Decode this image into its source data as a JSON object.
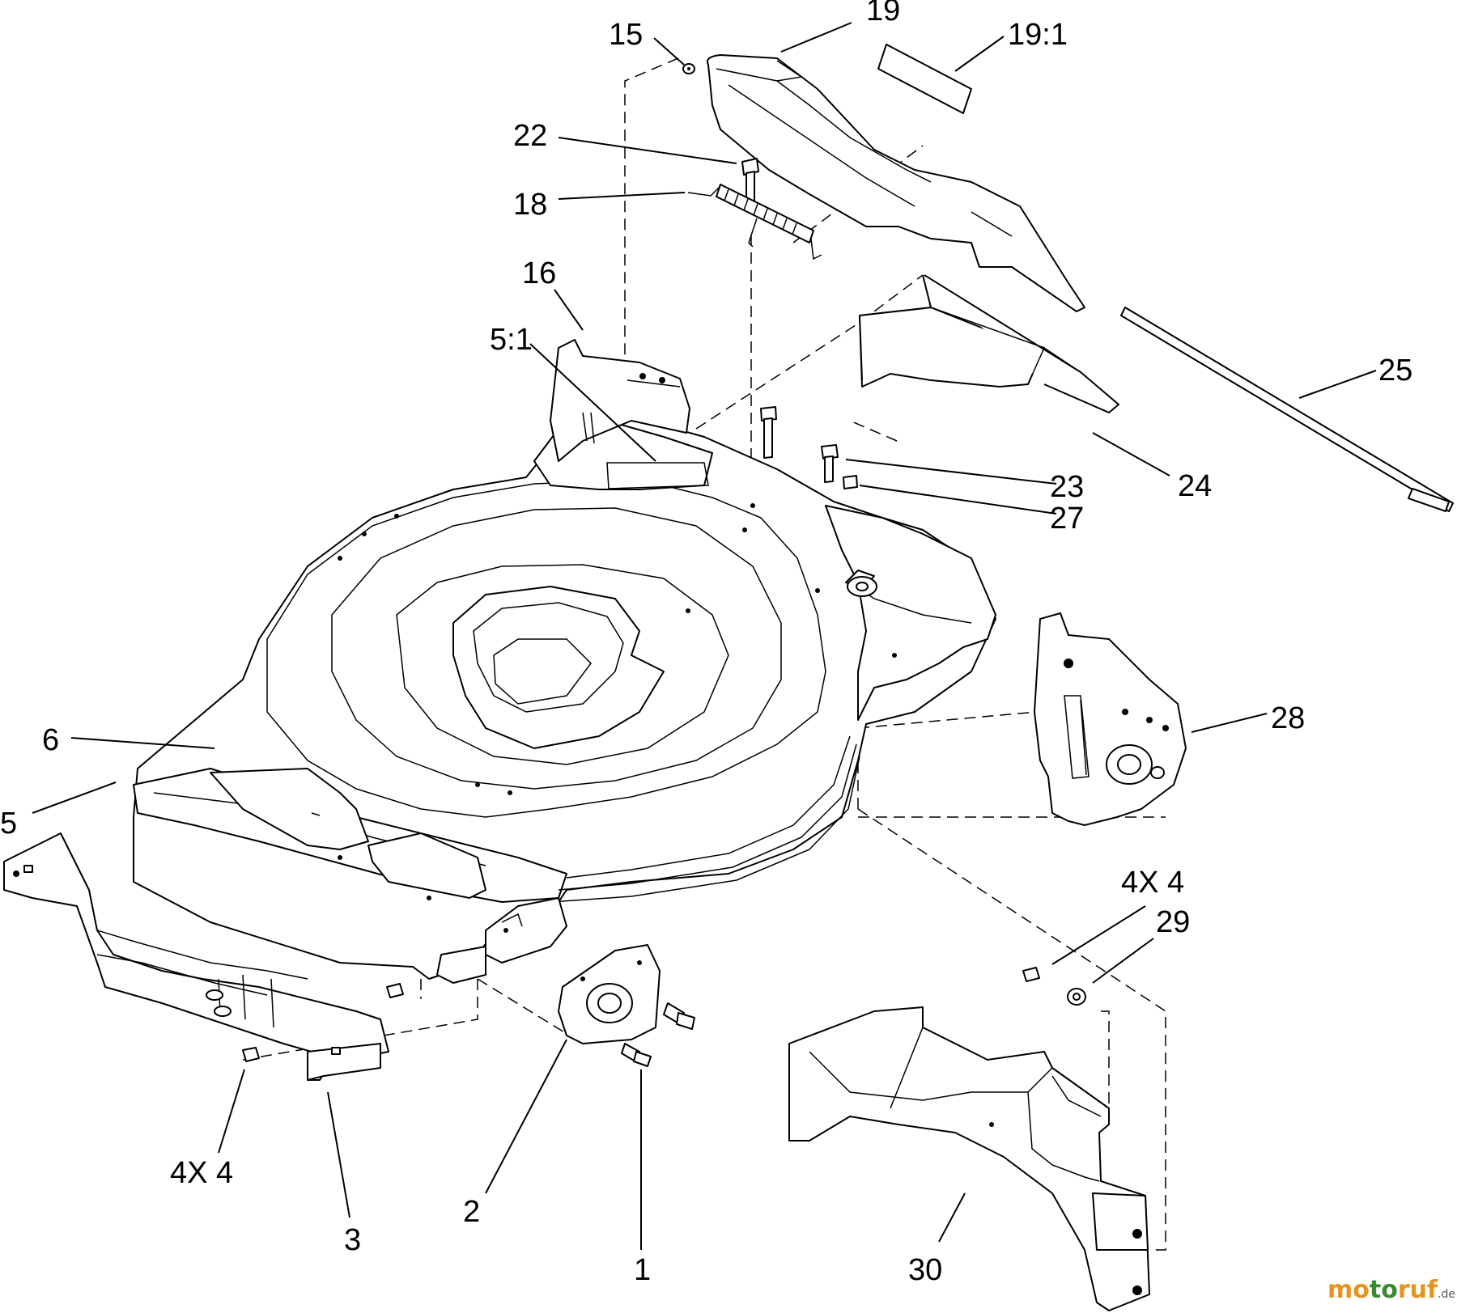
{
  "callouts": [
    "15",
    "19",
    "19:1",
    "22",
    "18",
    "16",
    "5:1",
    "25",
    "24",
    "23",
    "27",
    "28",
    "6",
    "5",
    "4X 4",
    "29",
    "4X 4",
    "3",
    "2",
    "1",
    "30"
  ],
  "watermark": {
    "brand_o1": "mo",
    "brand_t": "to",
    "brand_ruf": "ruf",
    "tld": ".de"
  },
  "colors": {
    "line": "#000000",
    "background": "#ffffff",
    "watermark_orange": "#e8931d",
    "watermark_green": "#3a8a2e"
  }
}
